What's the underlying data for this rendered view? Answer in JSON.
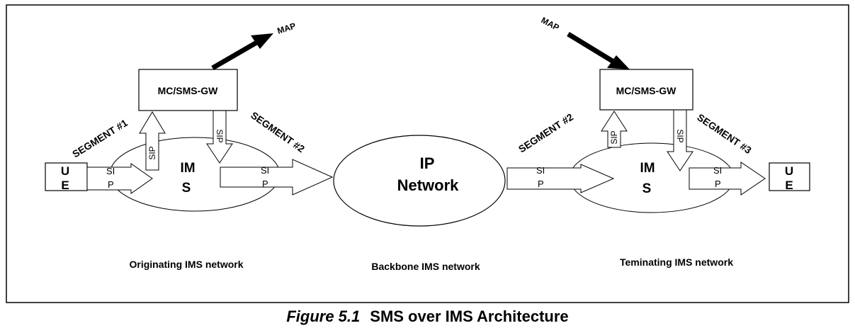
{
  "diagram": {
    "ue_left": {
      "top": "U",
      "bottom": "E"
    },
    "ue_right": {
      "top": "U",
      "bottom": "E"
    },
    "ims_left": {
      "top": "IM",
      "bottom": "S"
    },
    "ims_right": {
      "top": "IM",
      "bottom": "S"
    },
    "gw_left": "MC/SMS-GW",
    "gw_right": "MC/SMS-GW",
    "map_left": "MAP",
    "map_right": "MAP",
    "ip_network": {
      "line1": "IP",
      "line2": "Network"
    },
    "segments": {
      "left_1": "SEGMENT #1",
      "left_2": "SEGMENT #2",
      "right_2": "SEGMENT #2",
      "right_3": "SEGMENT #3"
    },
    "sip_vertical": "SIP",
    "sip_split": {
      "top": "SI",
      "bottom": "P"
    },
    "network_labels": {
      "originating": "Originating IMS network",
      "backbone": "Backbone IMS network",
      "terminating": "Teminating IMS network"
    }
  },
  "caption": {
    "number": "Figure 5.1",
    "title": "SMS over IMS Architecture"
  }
}
